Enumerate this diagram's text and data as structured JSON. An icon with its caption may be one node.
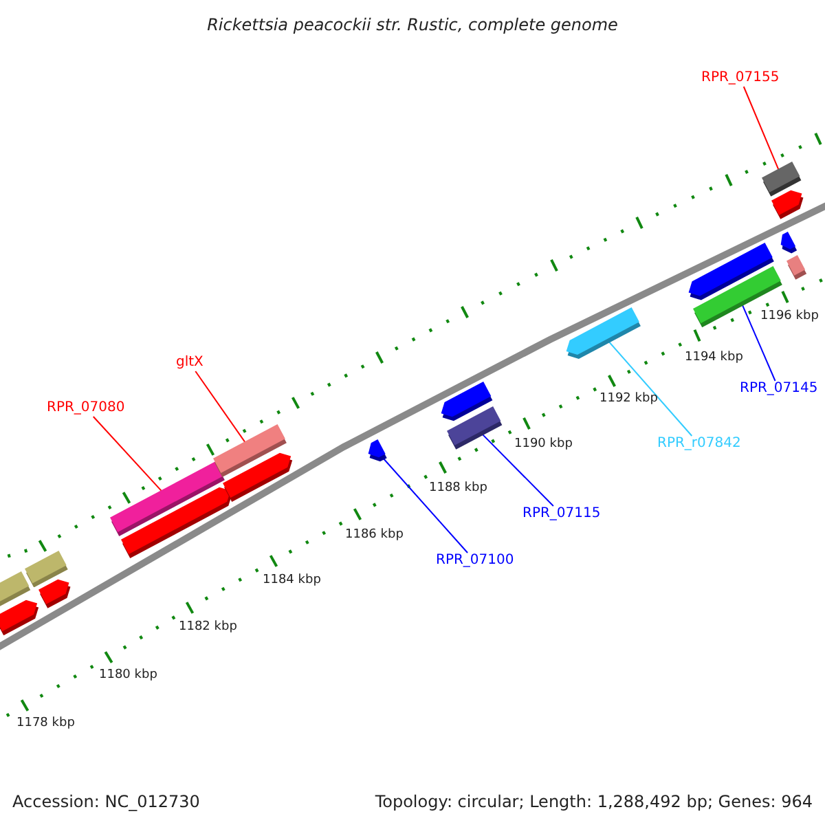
{
  "diagram": {
    "title": "Rickettsia peacockii str. Rustic, complete genome",
    "nodes": [
      {
        "text": [
          "RPR_07155"
        ]
      },
      {
        "text": [
          "RPR_07080"
        ]
      },
      {
        "text": [
          "gltX"
        ]
      },
      {
        "text": [
          "RPR_07145"
        ]
      },
      {
        "text": [
          "RPR_r07842"
        ]
      },
      {
        "text": [
          "RPR_07115"
        ]
      },
      {
        "text": [
          "RPR_07100"
        ]
      },
      {
        "text": [],
        "shape": "bar"
      },
      {
        "text": [],
        "shape": "pentagon"
      },
      {
        "text": [],
        "shape": "bar"
      },
      {
        "text": [],
        "shape": "pentagon"
      },
      {
        "text": [],
        "shape": "bar"
      },
      {
        "text": [],
        "shape": "pentagon"
      },
      {
        "text": [],
        "shape": "bar"
      },
      {
        "text": [],
        "shape": "pentagon"
      },
      {
        "text": [],
        "shape": "pentagon"
      },
      {
        "text": [],
        "shape": "pentagon"
      },
      {
        "text": [],
        "shape": "bar"
      },
      {
        "text": [],
        "shape": "pentagon"
      },
      {
        "text": [],
        "shape": "pentagon"
      },
      {
        "text": [],
        "shape": "bar"
      },
      {
        "text": [],
        "shape": "bar"
      },
      {
        "text": [],
        "shape": "pentagon"
      },
      {
        "text": [],
        "shape": "pentagon"
      },
      {
        "text": [],
        "shape": "bar"
      }
    ],
    "edges": [
      {
        "from": 0,
        "to": 21,
        "arrow": "none",
        "color": "#ff0000"
      },
      {
        "from": 1,
        "to": 11,
        "arrow": "none",
        "color": "#ff0000"
      },
      {
        "from": 2,
        "to": 13,
        "arrow": "none",
        "color": "#ff0000"
      },
      {
        "from": 3,
        "to": 20,
        "arrow": "none",
        "color": "#0000ff"
      },
      {
        "from": 4,
        "to": 18,
        "arrow": "none",
        "color": "#33ccff"
      },
      {
        "from": 5,
        "to": 17,
        "arrow": "none",
        "color": "#0000ff"
      },
      {
        "from": 6,
        "to": 15,
        "arrow": "none",
        "color": "#0000ff"
      }
    ],
    "labels": [
      "1196 kbp",
      "1194 kbp",
      "1192 kbp",
      "1190 kbp",
      "1188 kbp",
      "1186 kbp",
      "1184 kbp",
      "1182 kbp",
      "1180 kbp",
      "1178 kbp",
      "Accession: NC_012730",
      "Topology: circular; Length: 1,288,492 bp; Genes: 964"
    ]
  }
}
